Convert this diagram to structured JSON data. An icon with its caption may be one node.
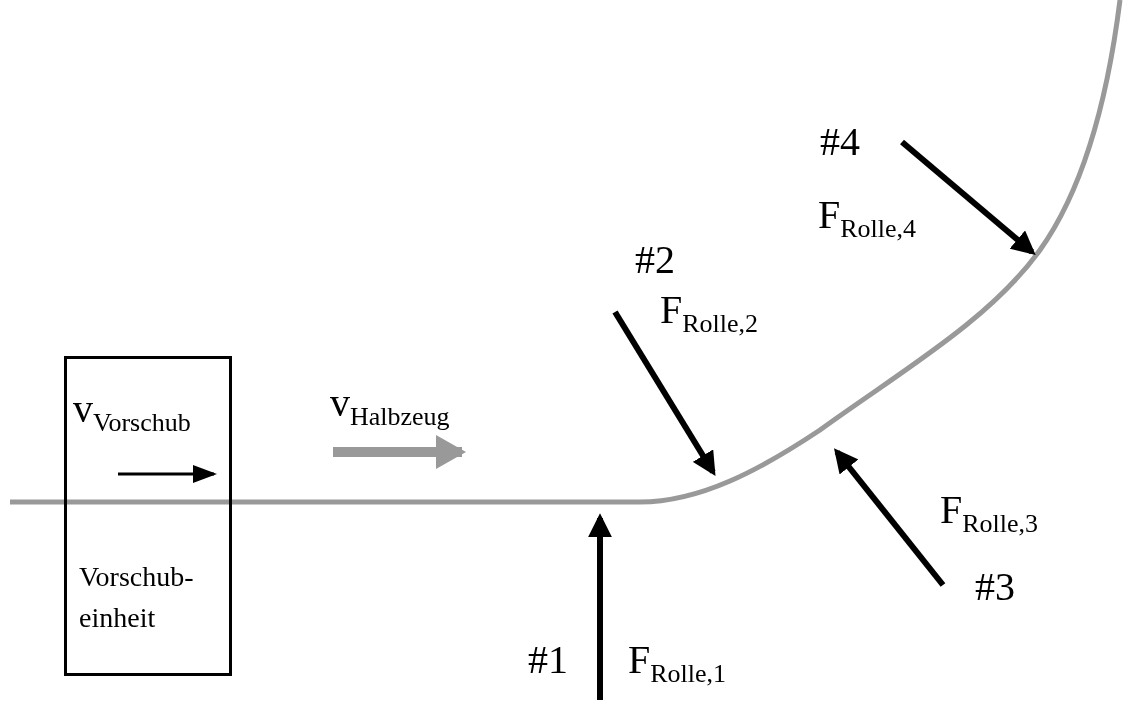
{
  "diagram": {
    "nodes": [
      {
        "text": [
          "v$_{Vorschub}$",
          "Vorschub- einheit"
        ]
      }
    ],
    "edges": [],
    "labels": [
      "#4",
      "F$_{Rolle,4}$",
      "#2",
      "F$_{Rolle,2}$",
      "v$_{Halbzeug}$",
      "F$_{Rolle,3}$",
      "#3",
      "#1",
      "F$_{Rolle,1}$"
    ]
  }
}
